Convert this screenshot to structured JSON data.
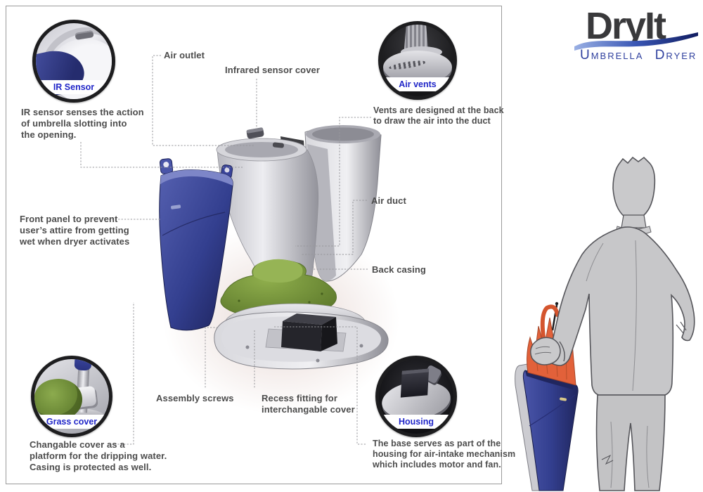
{
  "logo": {
    "brand": "DryIt",
    "tagline": "Umbrella Dryer"
  },
  "callouts": {
    "air_outlet": "Air outlet",
    "infrared_sensor_cover": "Infrared sensor cover",
    "air_duct": "Air duct",
    "back_casing": "Back casing",
    "front_panel": "Front panel to prevent\nuser’s attire from getting\nwet when dryer activates",
    "assembly_screws": "Assembly screws",
    "recess_fitting": "Recess fitting for\ninterchangable cover"
  },
  "insets": [
    {
      "label": "IR Sensor",
      "caption": "IR sensor senses the action\nof umbrella slotting into\nthe opening."
    },
    {
      "label": "Air vents",
      "caption": "Vents are designed at the back\nto draw the air into the duct"
    },
    {
      "label": "Grass cover",
      "caption": "Changable cover as a\nplatform for the dripping water.\nCasing is protected as well."
    },
    {
      "label": "Housing",
      "caption": "The base serves as part of the\nhousing for air-intake mechanism\nwhich includes motor and fan."
    }
  ],
  "colors": {
    "inset_label_blue": "#2026c8",
    "label_text": "#4c4c4c",
    "logo_dark": "#39393b",
    "logo_blue": "#2e3f9e",
    "panel_blue": "#333f8f",
    "umbrella_orange": "#e0613a",
    "grass_green": "#7a9a3c",
    "leader_line": "#97979b"
  }
}
